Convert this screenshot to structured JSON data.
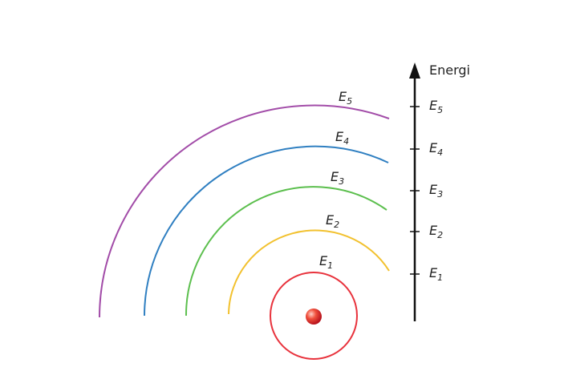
{
  "axis": {
    "title": "Energi"
  },
  "levels": [
    {
      "symbol": "E",
      "index": "1",
      "color": "#e8323c"
    },
    {
      "symbol": "E",
      "index": "2",
      "color": "#f2c12e"
    },
    {
      "symbol": "E",
      "index": "3",
      "color": "#5cbf4e"
    },
    {
      "symbol": "E",
      "index": "4",
      "color": "#2f7fc1"
    },
    {
      "symbol": "E",
      "index": "5",
      "color": "#a24ca8"
    }
  ],
  "nucleus": {
    "color": "#e8323c"
  }
}
